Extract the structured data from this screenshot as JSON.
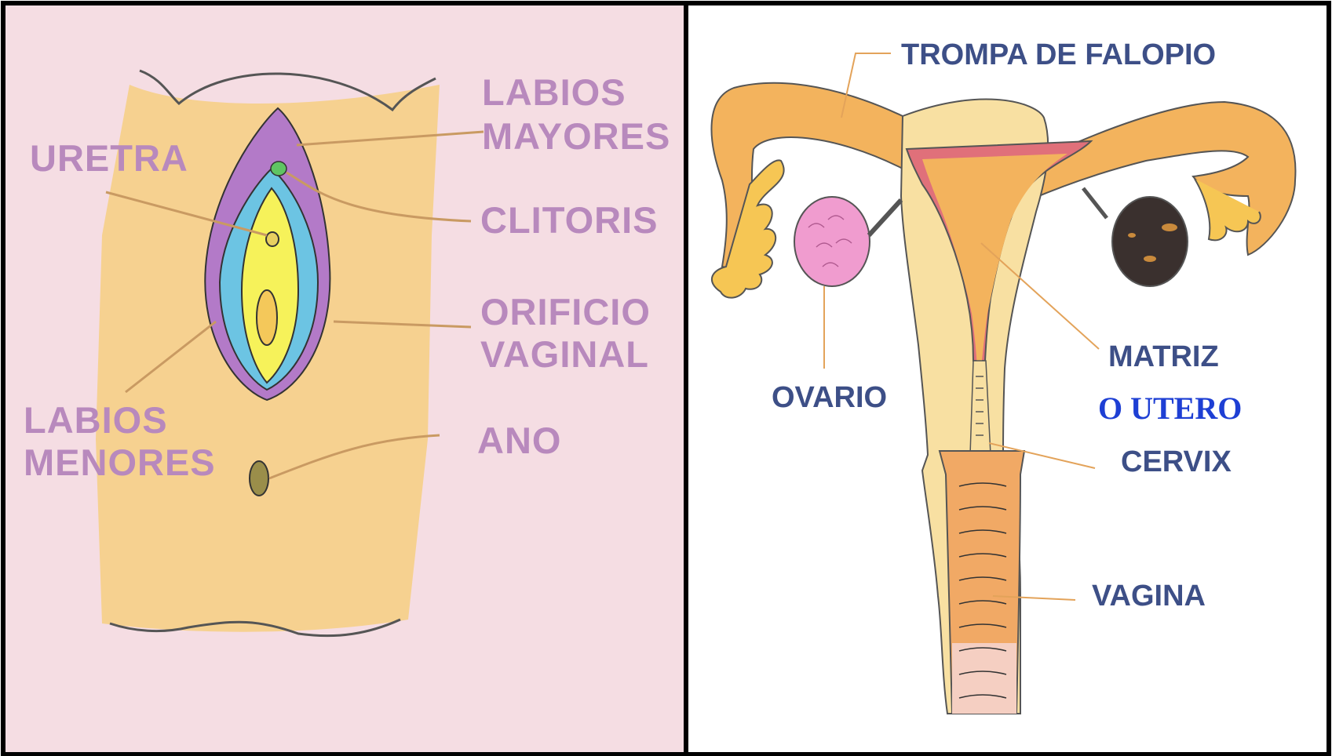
{
  "external_diagram": {
    "labels": {
      "labios_mayores_1": "LABIOS",
      "labios_mayores_2": "MAYORES",
      "uretra": "URETRA",
      "clitoris": "CLITORIS",
      "orificio_1": "ORIFICIO",
      "orificio_2": "VAGINAL",
      "labios_menores_1": "LABIOS",
      "labios_menores_2": "MENORES",
      "ano": "ANO"
    },
    "colors": {
      "background": "#f5dde3",
      "skin": "#f6d190",
      "label": "#b889bd",
      "leader": "#c99a62"
    }
  },
  "internal_diagram": {
    "labels": {
      "trompa": "TROMPA DE FALOPIO",
      "ovario": "OVARIO",
      "matriz": "MATRIZ",
      "utero": "O UTERO",
      "cervix": "CERVIX",
      "vagina": "VAGINA"
    },
    "colors": {
      "background": "#ffffff",
      "organ": "#f8e0a2",
      "cavity": "#f3b35d",
      "lining": "#e0707a",
      "label": "#3d4f87",
      "accent_label": "#1e3fd4"
    }
  }
}
